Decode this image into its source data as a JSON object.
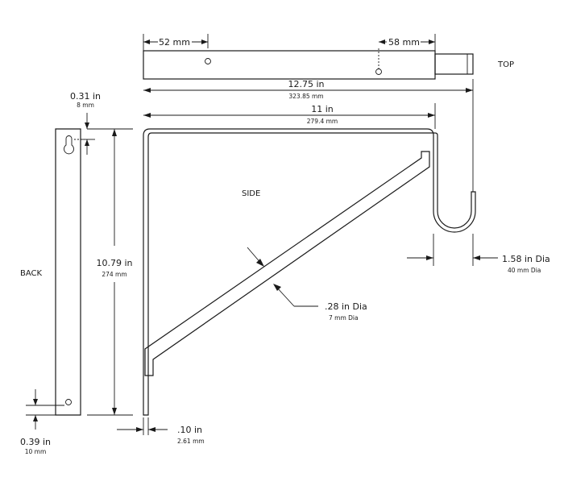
{
  "views": {
    "top": "TOP",
    "side": "SIDE",
    "back": "BACK"
  },
  "dims": {
    "top_left_offset": "52 mm",
    "top_right_offset": "58 mm",
    "overall_length_in": "12.75 in",
    "overall_length_mm": "323.85 mm",
    "arm_length_in": "11 in",
    "arm_length_mm": "279.4 mm",
    "height_in": "10.79 in",
    "height_mm": "274 mm",
    "keyhole_offset_in": "0.31 in",
    "keyhole_offset_mm": "8 mm",
    "bottom_hole_in": "0.39 in",
    "bottom_hole_mm": "10 mm",
    "thickness_in": ".10 in",
    "thickness_mm": "2.61 mm",
    "rod_dia_in": ".28 in Dia",
    "rod_dia_mm": "7 mm Dia",
    "hook_dia_in": "1.58 in Dia",
    "hook_dia_mm": "40 mm Dia"
  }
}
